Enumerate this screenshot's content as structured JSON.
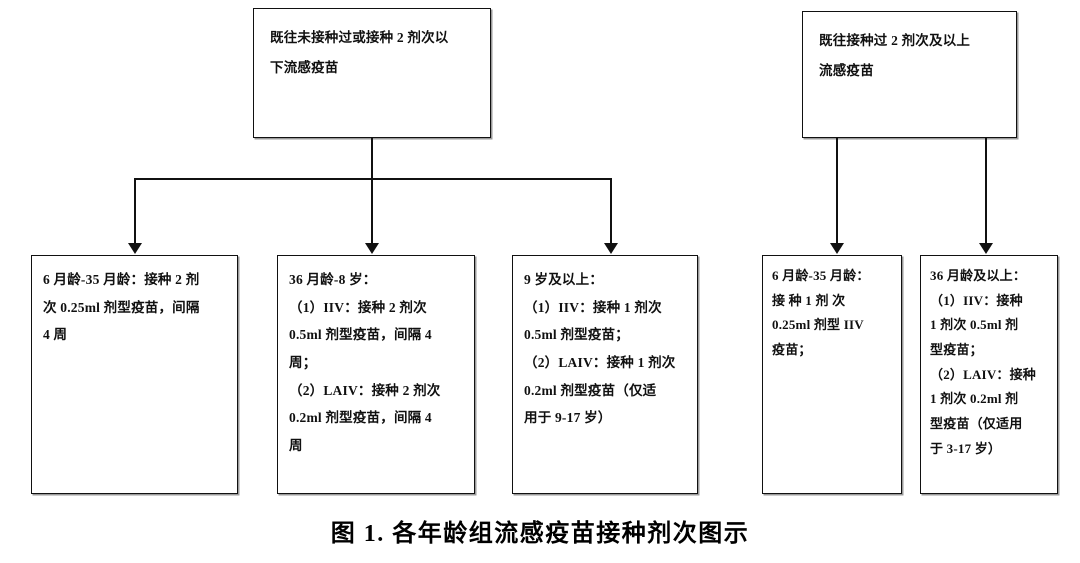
{
  "figure": {
    "caption": "图 1. 各年龄组流感疫苗接种剂次图示"
  },
  "groups": [
    {
      "id": "group-left",
      "root": {
        "name": "root-no-prior-or-under-2-doses",
        "text": "既往未接种过或接种 2 剂次以\n下流感疫苗"
      },
      "children": [
        {
          "name": "leaf-6m-35m-left",
          "text": "6 月龄-35 月龄：接种 2 剂\n次 0.25ml 剂型疫苗，间隔\n4 周"
        },
        {
          "name": "leaf-36m-8y",
          "text": "36 月龄-8 岁：\n（1）IIV：接种 2 剂次\n0.5ml 剂型疫苗，间隔 4\n周；\n（2）LAIV：接种 2 剂次\n0.2ml 剂型疫苗，间隔 4\n周"
        },
        {
          "name": "leaf-9y-and-above",
          "text": "9 岁及以上：\n（1）IIV：接种 1 剂次\n0.5ml 剂型疫苗；\n（2）LAIV：接种 1 剂次\n0.2ml 剂型疫苗（仅适\n用于 9-17 岁）"
        }
      ]
    },
    {
      "id": "group-right",
      "root": {
        "name": "root-prior-2-or-more-doses",
        "text": "既往接种过 2 剂次及以上\n流感疫苗"
      },
      "children": [
        {
          "name": "leaf-6m-35m-right",
          "text": "6 月龄-35 月龄：\n接 种 1 剂 次\n0.25ml 剂型 IIV\n疫苗；"
        },
        {
          "name": "leaf-36m-and-above",
          "text": "36 月龄及以上：\n（1）IIV：接种\n1 剂次 0.5ml 剂\n型疫苗；\n（2）LAIV：接种\n1 剂次 0.2ml 剂\n型疫苗（仅适用\n于 3-17 岁）"
        }
      ]
    }
  ],
  "colors": {
    "line": "#111111",
    "box_border": "#111111",
    "background": "#ffffff"
  }
}
